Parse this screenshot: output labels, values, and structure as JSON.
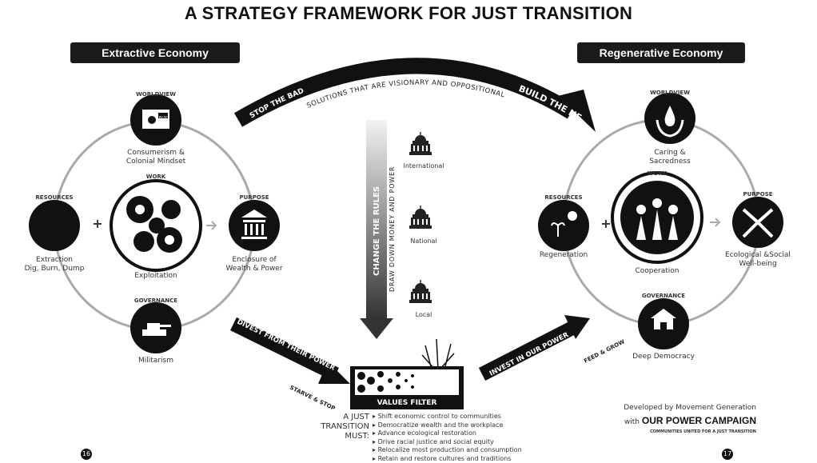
{
  "title": "A STRATEGY FRAMEWORK FOR JUST TRANSITION",
  "extractive": {
    "banner": "Extractive Economy",
    "worldview": {
      "tag": "WORLDVIEW",
      "label1": "Consumerism &",
      "label2": "Colonial Mindset",
      "screen_text": "BUY!"
    },
    "work": {
      "tag": "WORK",
      "label": "Exploitation"
    },
    "resources": {
      "tag": "RESOURCES",
      "label1": "Extraction",
      "label2": "Dig, Burn, Dump"
    },
    "purpose": {
      "tag": "PURPOSE",
      "label1": "Enclosure of",
      "label2": "Wealth & Power"
    },
    "governance": {
      "tag": "GOVERNANCE",
      "label": "Militarism"
    }
  },
  "regenerative": {
    "banner": "Regenerative Economy",
    "worldview": {
      "tag": "WORLDVIEW",
      "label1": "Caring &",
      "label2": "Sacredness"
    },
    "work": {
      "tag": "WORK",
      "label": "Cooperation"
    },
    "resources": {
      "tag": "RESOURCES",
      "label": "Regeneration"
    },
    "purpose": {
      "tag": "PURPOSE",
      "label1": "Ecological &Social",
      "label2": "Well-being"
    },
    "governance": {
      "tag": "GOVERNANCE",
      "label": "Deep Democracy"
    }
  },
  "top_arrow": {
    "left": "STOP THE BAD",
    "right": "BUILD THE NEW",
    "sub": "SOLUTIONS THAT ARE VISIONARY AND OPPOSITIONAL"
  },
  "center": {
    "main": "CHANGE THE RULES",
    "sub": "DRAW DOWN MONEY AND POWER",
    "levels": [
      "International",
      "National",
      "Local"
    ]
  },
  "divest": {
    "main": "DIVEST FROM THEIR POWER",
    "sub": "STARVE & STOP"
  },
  "invest": {
    "main": "INVEST IN OUR POWER",
    "sub": "FEED & GROW"
  },
  "values_filter": {
    "label": "VALUES FILTER",
    "heading": [
      "A JUST",
      "TRANSITION",
      "MUST:"
    ],
    "items": [
      "Shift economic control to communities",
      "Democratize wealth and the workplace",
      "Advance ecological restoration",
      "Drive racial justice and social equity",
      "Relocalize most production and consumption",
      "Retain and restore cultures and traditions"
    ]
  },
  "credit": {
    "line1": "Developed by Movement Generation",
    "with": "with",
    "brand": "OUR POWER CAMPAIGN",
    "tagline": "COMMUNITIES UNITED FOR A JUST TRANSITION"
  },
  "plus": "+",
  "pages": [
    "16",
    "17"
  ]
}
